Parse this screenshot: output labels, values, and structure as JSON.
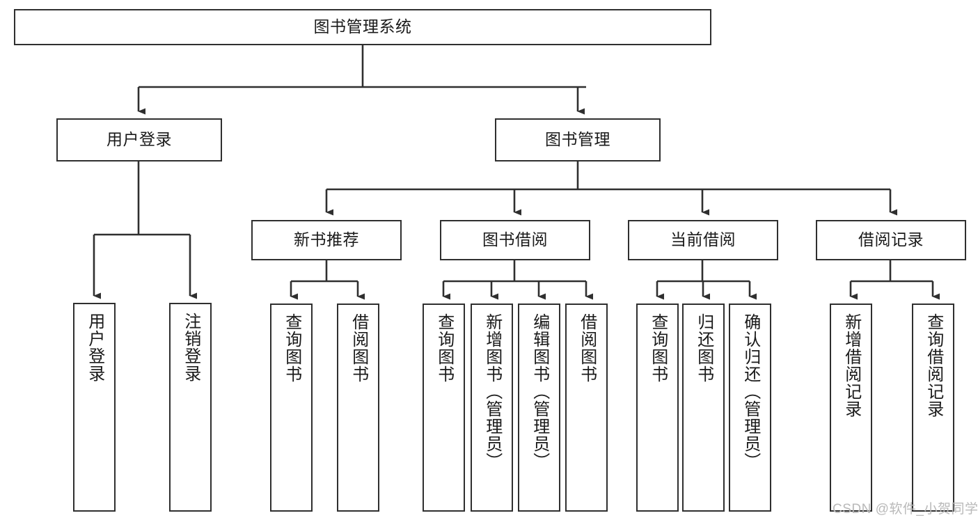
{
  "diagram": {
    "title": "图书管理系统",
    "type": "tree-hierarchy-diagram",
    "colors": {
      "node_border": "#2f2f2f",
      "node_fill": "#ffffff",
      "edge": "#2f2f2f",
      "text": "#1a1a1a",
      "watermark": "#b9b9b9",
      "background": "#ffffff"
    },
    "root": {
      "label": "图书管理系统"
    },
    "level2": [
      {
        "label": "用户登录"
      },
      {
        "label": "图书管理"
      }
    ],
    "level3": [
      {
        "label": "新书推荐"
      },
      {
        "label": "图书借阅"
      },
      {
        "label": "当前借阅"
      },
      {
        "label": "借阅记录"
      }
    ],
    "leaves": {
      "user_login": [
        {
          "label": "用户登录"
        },
        {
          "label": "注销登录"
        }
      ],
      "new_book_rec": [
        {
          "label": "查询图书"
        },
        {
          "label": "借阅图书"
        }
      ],
      "book_borrow": [
        {
          "label": "查询图书"
        },
        {
          "label": "新增图书（管理员）"
        },
        {
          "label": "编辑图书（管理员）"
        },
        {
          "label": "借阅图书"
        }
      ],
      "current_borrow": [
        {
          "label": "查询图书"
        },
        {
          "label": "归还图书"
        },
        {
          "label": "确认归还（管理员）"
        }
      ],
      "borrow_record": [
        {
          "label": "新增借阅记录"
        },
        {
          "label": "查询借阅记录"
        }
      ]
    },
    "watermark": "CSDN @软件_小贺同学"
  }
}
